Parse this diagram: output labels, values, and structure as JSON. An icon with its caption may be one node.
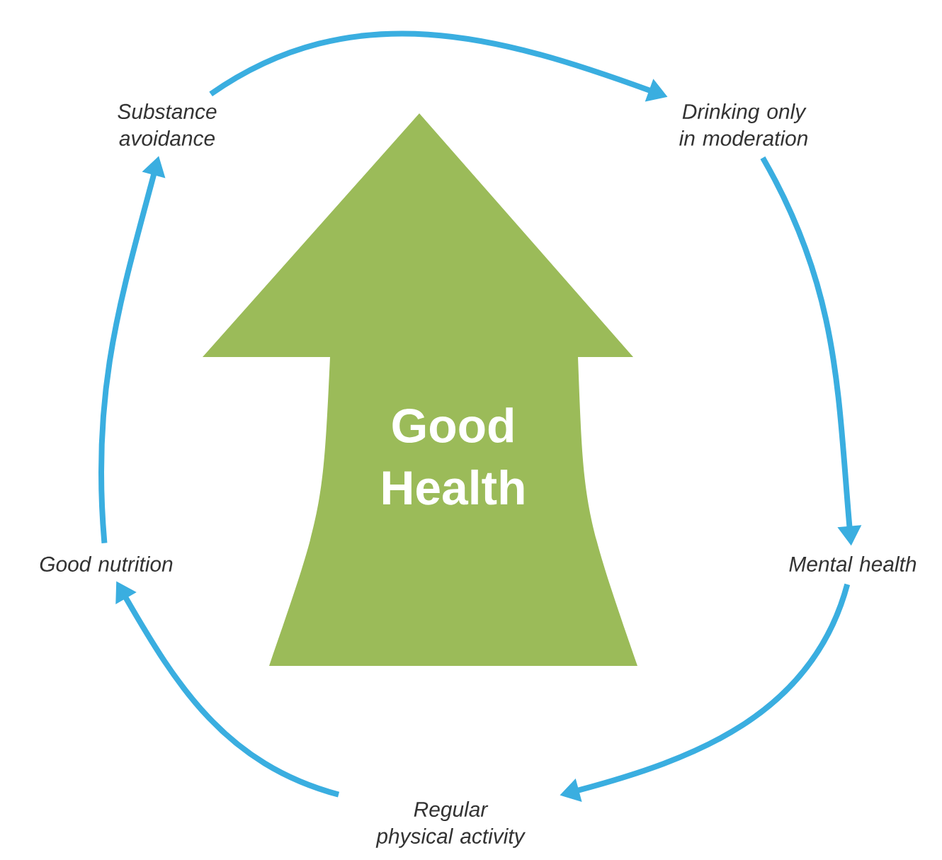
{
  "diagram": {
    "nodes": [
      {
        "text": [
          "Good Health"
        ]
      },
      {
        "text": [
          "Substance avoidance"
        ]
      },
      {
        "text": [
          "Drinking only in moderation"
        ]
      },
      {
        "text": [
          "Mental health"
        ]
      },
      {
        "text": [
          "Regular physical activity"
        ]
      },
      {
        "text": [
          "Good nutrition"
        ]
      }
    ],
    "edges": [
      {
        "from": 1,
        "to": 2,
        "arrow": "to"
      },
      {
        "from": 2,
        "to": 3,
        "arrow": "to"
      },
      {
        "from": 3,
        "to": 4,
        "arrow": "to"
      },
      {
        "from": 4,
        "to": 5,
        "arrow": "to"
      },
      {
        "from": 5,
        "to": 1,
        "arrow": "to"
      }
    ]
  }
}
